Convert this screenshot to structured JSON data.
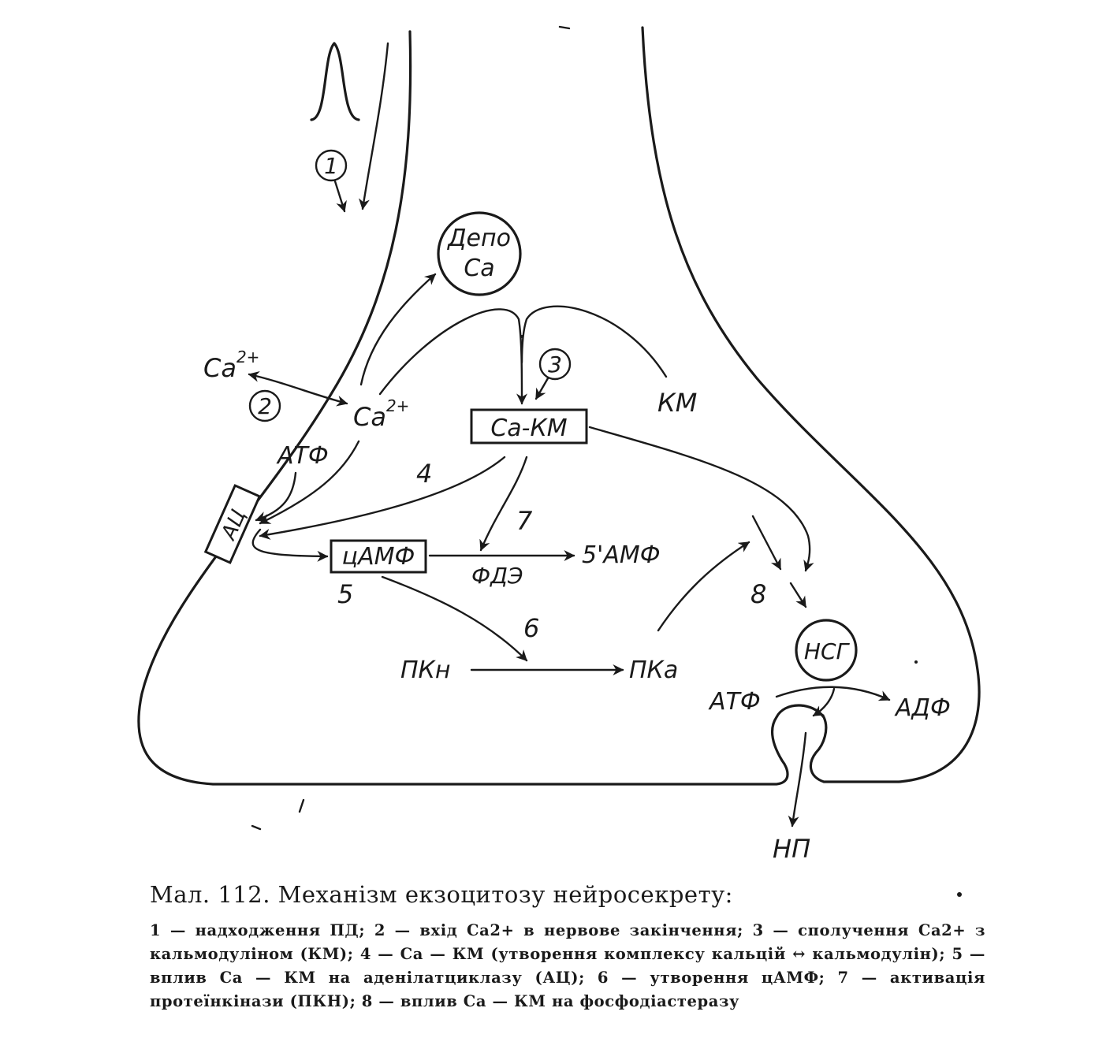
{
  "labels": {
    "step1": "1",
    "step2": "2",
    "step3": "3",
    "step4": "4",
    "step5": "5",
    "step6": "6",
    "step7": "7",
    "step8": "8",
    "depo_line1": "Депо",
    "depo_line2": "Са",
    "ca_outside": "Са",
    "ca_outside_charge": "2+",
    "ca_inside": "Са",
    "ca_inside_charge": "2+",
    "ca_km": "Са-КМ",
    "km": "КМ",
    "atf_top": "АТФ",
    "ac": "АЦ",
    "camf": "цАМФ",
    "amf5": "5'АМФ",
    "fde": "ФДЭ",
    "pkn": "ПКн",
    "pka": "ПКа",
    "nsg": "НСГ",
    "atf_bottom": "АТФ",
    "adf": "АДФ",
    "np": "НП"
  },
  "caption": {
    "title": "Мал. 112. Механізм екзоцитозу нейросекрету:",
    "legend": "1 — надходження ПД; 2 — вхід Са2+ в нервове закінчення; 3 — сполучення Са2+ з кальмодуліном (КМ); 4 — Са — КМ (утворення комплексу кальцій ↔ кальмодулін); 5 — вплив Са — КМ на аденілатциклазу (АЦ); 6 — утворення цАМФ; 7 — активація протеїнкінази (ПКН); 8 — вплив Са — КМ на фосфодіастеразу"
  }
}
